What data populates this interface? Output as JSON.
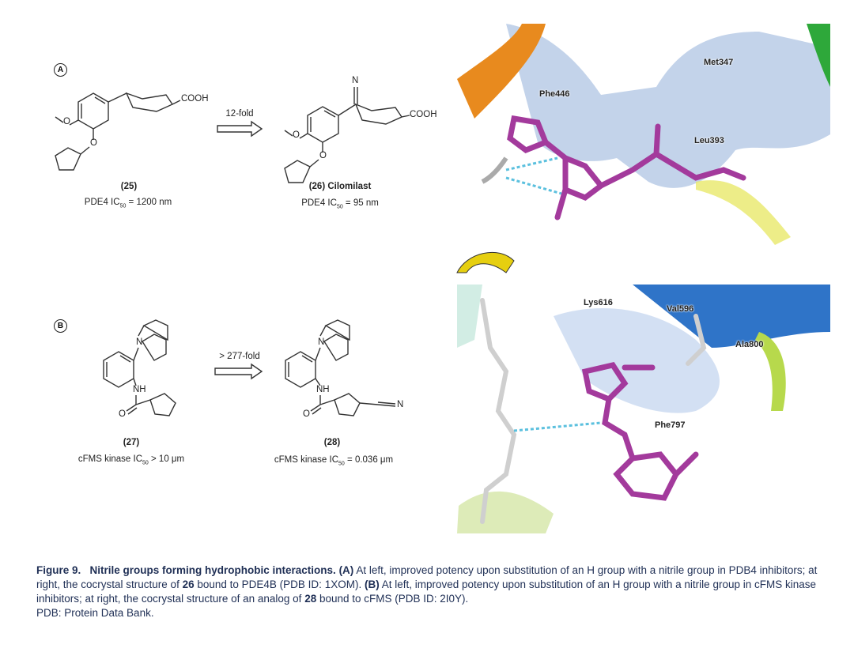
{
  "panel_a": {
    "label": "A",
    "compound_25": {
      "id": "(25)",
      "activity_prefix": "PDE4 IC",
      "activity_sub": "50",
      "activity_value": " = 1200 nm",
      "group": "COOH",
      "atom_o1": "O",
      "atom_o2": "O"
    },
    "arrow_label": "12-fold",
    "compound_26": {
      "id": "(26) Cilomilast",
      "activity_prefix": "PDE4 IC",
      "activity_sub": "50",
      "activity_value": " = 95 nm",
      "group": "COOH",
      "atom_n": "N",
      "atom_o1": "O",
      "atom_o2": "O"
    },
    "structure_labels": [
      "Met347",
      "Phe446",
      "Leu393"
    ]
  },
  "panel_b": {
    "label": "B",
    "compound_27": {
      "id": "(27)",
      "activity_prefix": "cFMS kinase IC",
      "activity_sub": "50",
      "activity_value": " > 10 μm",
      "atom_n": "N",
      "atom_nh": "NH",
      "atom_o": "O"
    },
    "arrow_label": "> 277-fold",
    "compound_28": {
      "id": "(28)",
      "activity_prefix": "cFMS kinase IC",
      "activity_sub": "50",
      "activity_value": " = 0.036 μm",
      "atom_n": "N",
      "atom_nh": "NH",
      "atom_o": "O",
      "atom_cn": "N"
    },
    "structure_labels": [
      "Lys616",
      "Val596",
      "Ala800",
      "Phe797"
    ]
  },
  "caption": {
    "figure_label": "Figure 9.",
    "title": "Nitrile groups forming hydrophobic interactions.",
    "a_label": "(A)",
    "a_text_1": " At left, improved potency upon substitution of an H group with a nitrile group in PDB4 inhibitors; at right, the cocrystal structure of ",
    "a_bold": "26",
    "a_text_2": " bound to PDE4B (PDB ID: 1XOM). ",
    "b_label": "(B)",
    "b_text_1": " At left, improved potency upon substitution of an H group with a nitrile group in cFMS kinase inhibitors; at right, the cocrystal structure of an analog of ",
    "b_bold": "28",
    "b_text_2": " bound to cFMS (PDB ID: 2I0Y).",
    "footnote": "PDB: Protein Data Bank."
  }
}
